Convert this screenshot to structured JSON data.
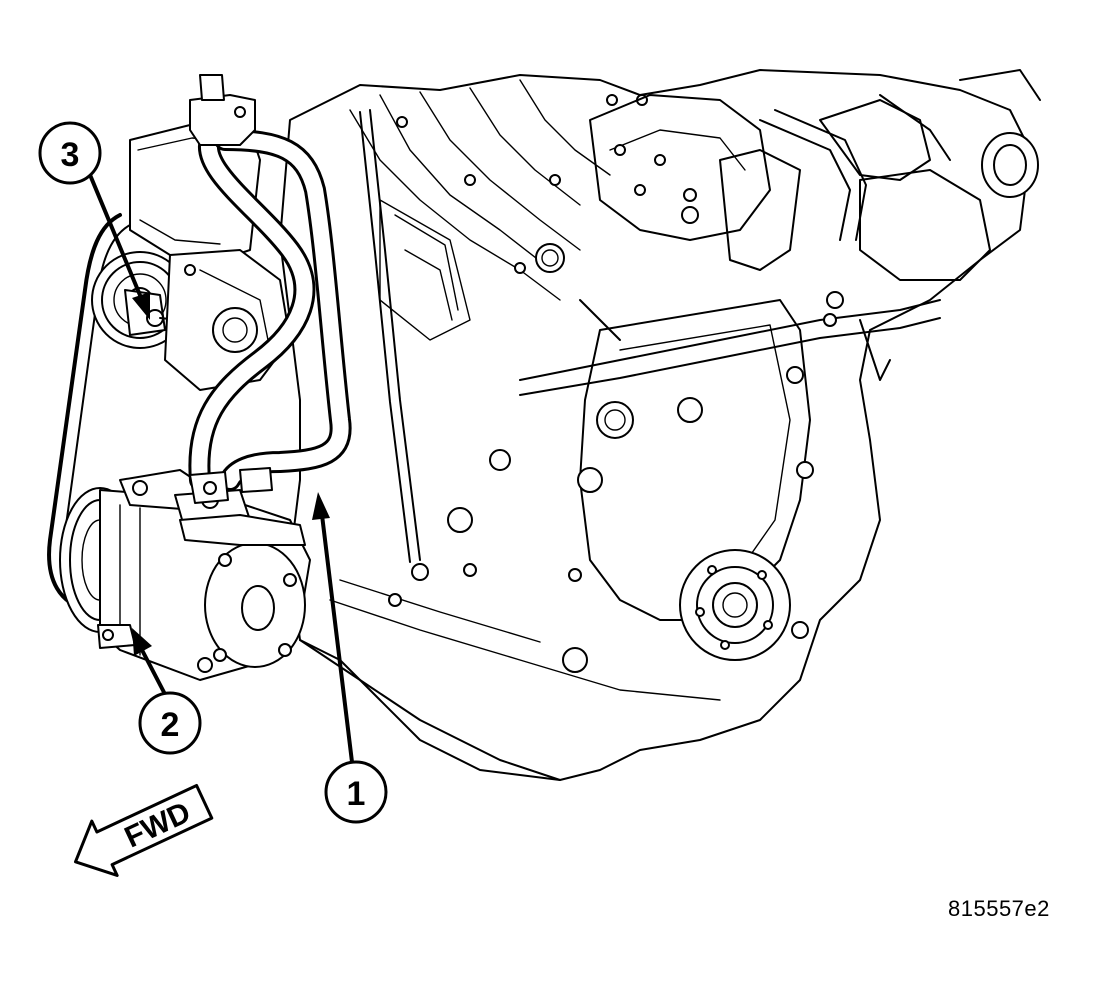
{
  "callouts": [
    {
      "id": 1,
      "label": "1"
    },
    {
      "id": 2,
      "label": "2"
    },
    {
      "id": 3,
      "label": "3"
    }
  ],
  "direction_arrow": {
    "label": "FWD"
  },
  "figure_id": "815557e2",
  "colors": {
    "line": "#000000",
    "background": "#ffffff"
  }
}
